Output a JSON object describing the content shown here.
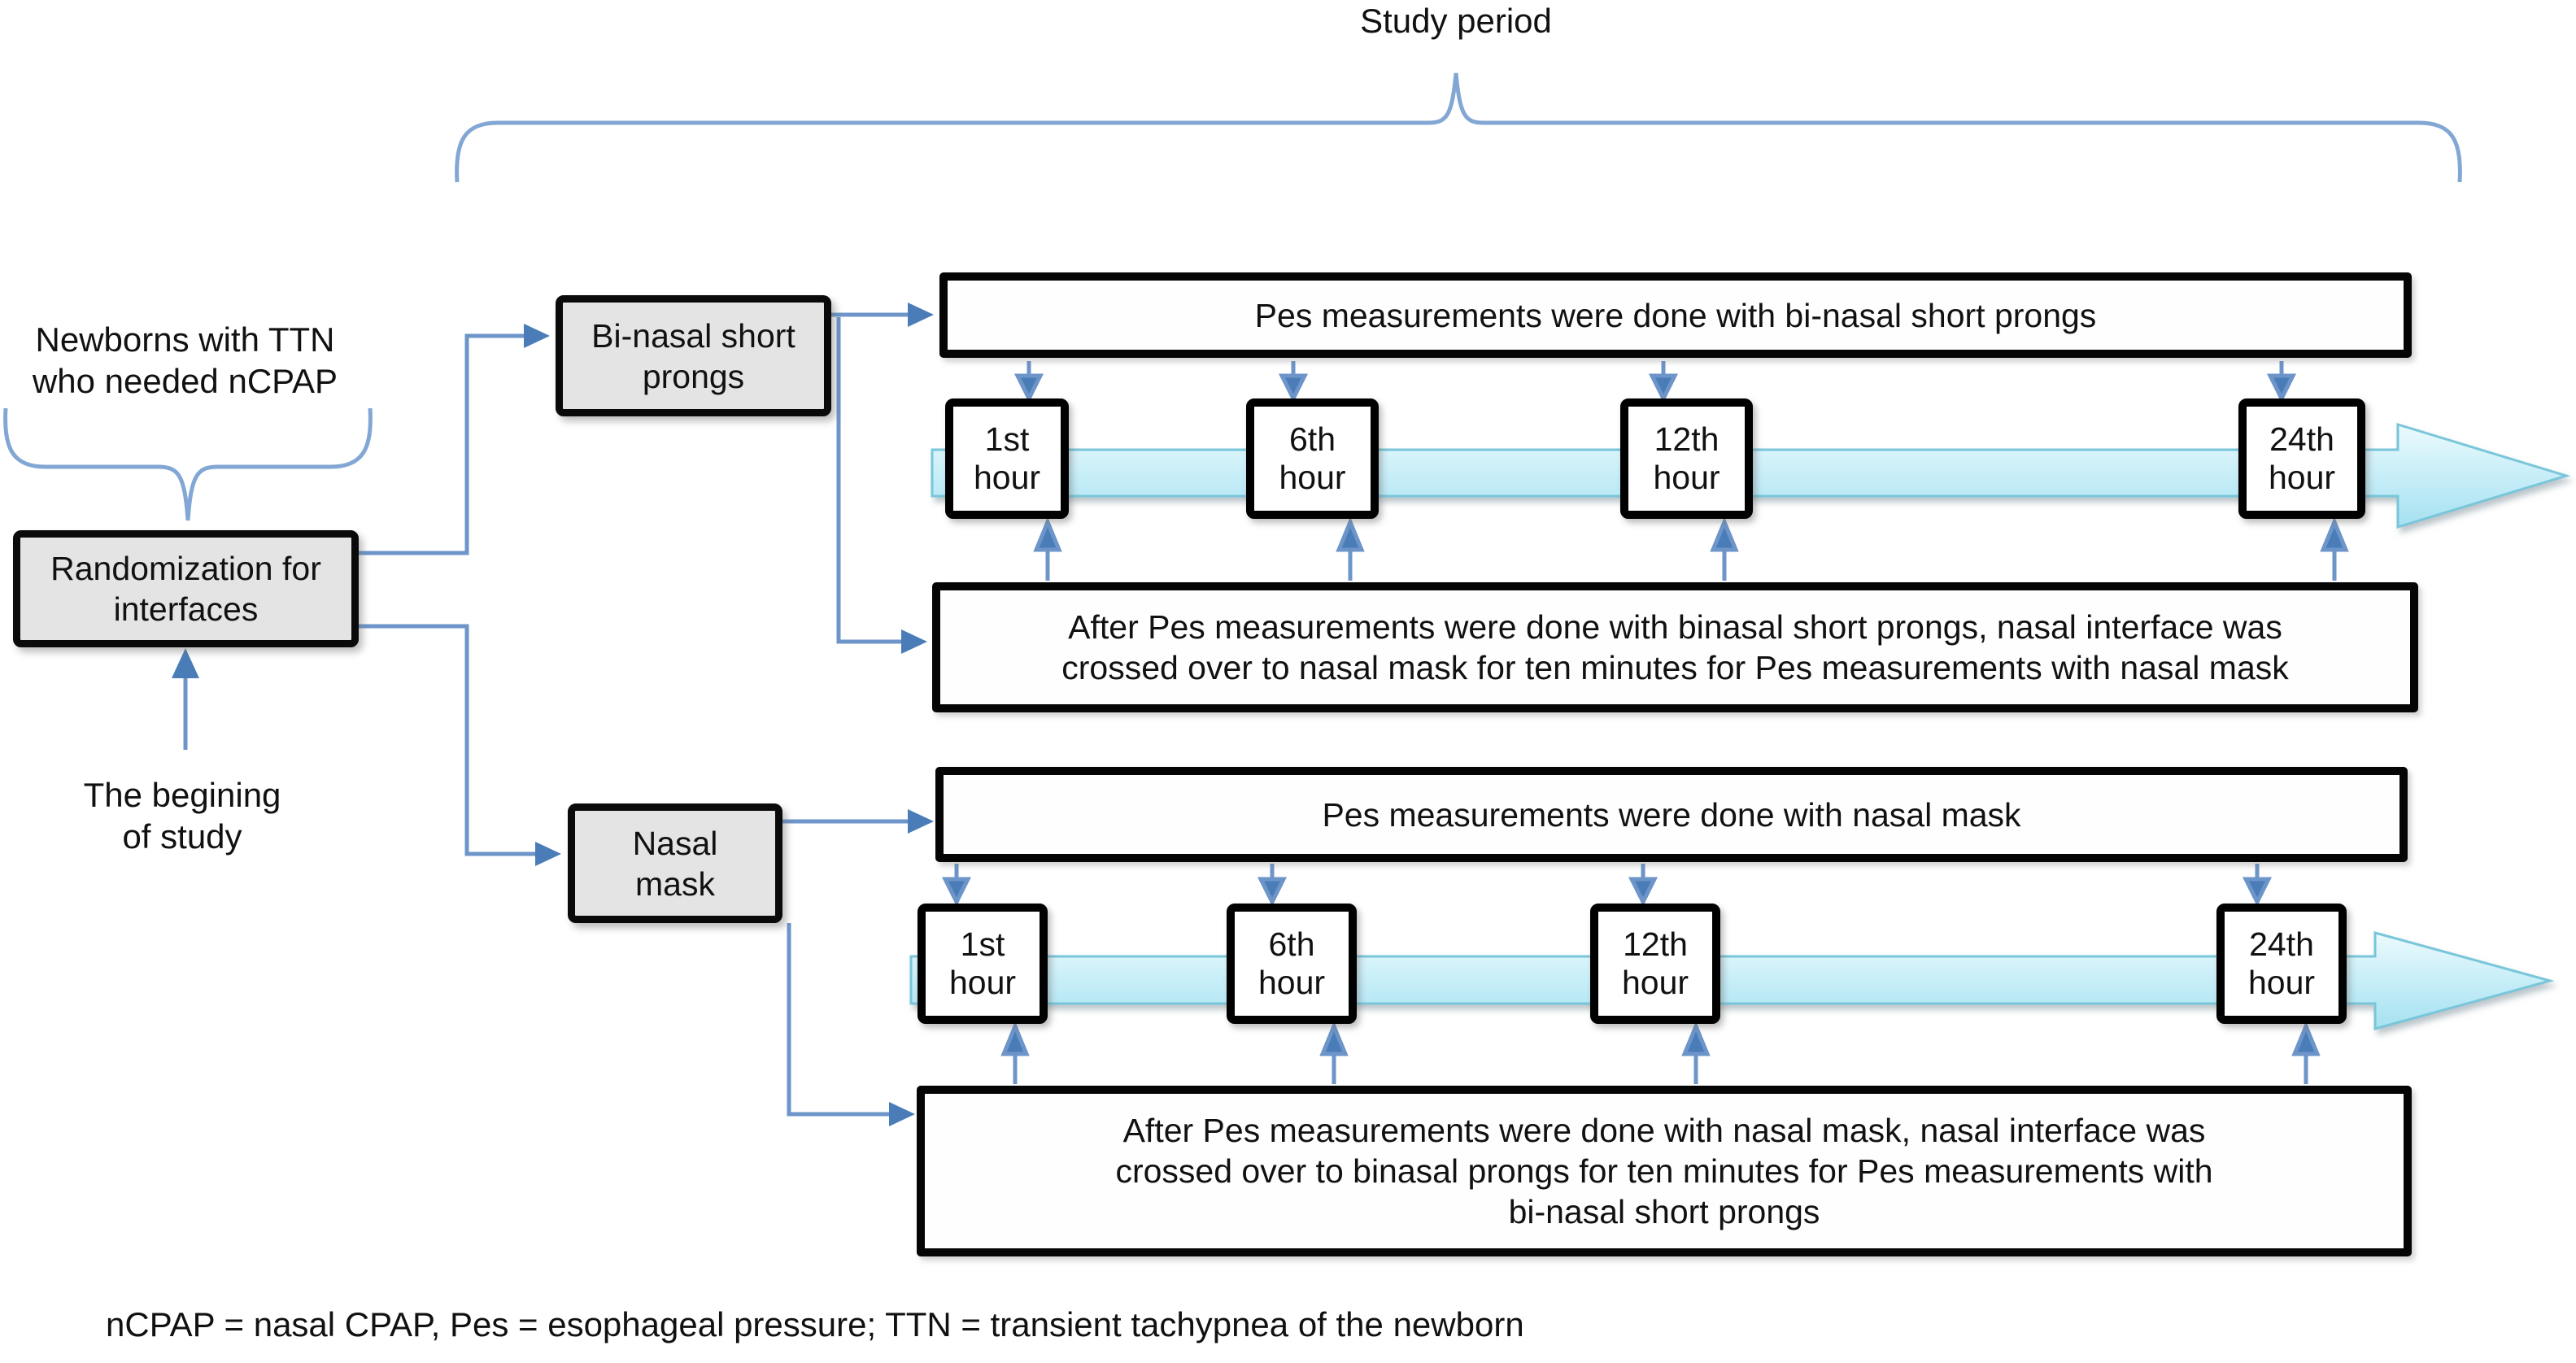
{
  "title": "Study period",
  "population": {
    "lines": [
      "Newborns with TTN",
      "who needed nCPAP"
    ]
  },
  "randomization": {
    "lines": [
      "Randomization for",
      "interfaces"
    ]
  },
  "beginning": {
    "lines": [
      "The begining",
      "of study"
    ]
  },
  "timeline_hours": [
    {
      "line1": "1st",
      "line2": "hour"
    },
    {
      "line1": "6th",
      "line2": "hour"
    },
    {
      "line1": "12th",
      "line2": "hour"
    },
    {
      "line1": "24th",
      "line2": "hour"
    }
  ],
  "arms": [
    {
      "interface": {
        "lines": [
          "Bi-nasal short",
          "prongs"
        ]
      },
      "pes_text": "Pes measurements were done with bi-nasal short prongs",
      "after_lines": [
        "After Pes measurements were done with binasal short prongs, nasal interface was",
        "crossed over to nasal mask for ten minutes for Pes measurements with nasal mask"
      ]
    },
    {
      "interface": {
        "lines": [
          "Nasal",
          "mask"
        ]
      },
      "pes_text": "Pes measurements were done with nasal mask",
      "after_lines": [
        "After Pes measurements were done with nasal mask, nasal interface was",
        "crossed over to binasal prongs for ten minutes for Pes measurements with",
        "bi-nasal short prongs"
      ]
    }
  ],
  "footnote": "nCPAP = nasal CPAP, Pes = esophageal pressure; TTN = transient tachypnea of the newborn",
  "colors": {
    "connector_blue": "#6d95c9",
    "arrowhead_blue": "#4a7db8",
    "brace_blue": "#82a7d4",
    "timeline_cyan_light": "#ecfafd",
    "timeline_cyan": "#a5e1f0",
    "timeline_cyan_border": "#79c6da",
    "box_gray_fill": "#e4e4e4",
    "box_border": "#000000"
  }
}
